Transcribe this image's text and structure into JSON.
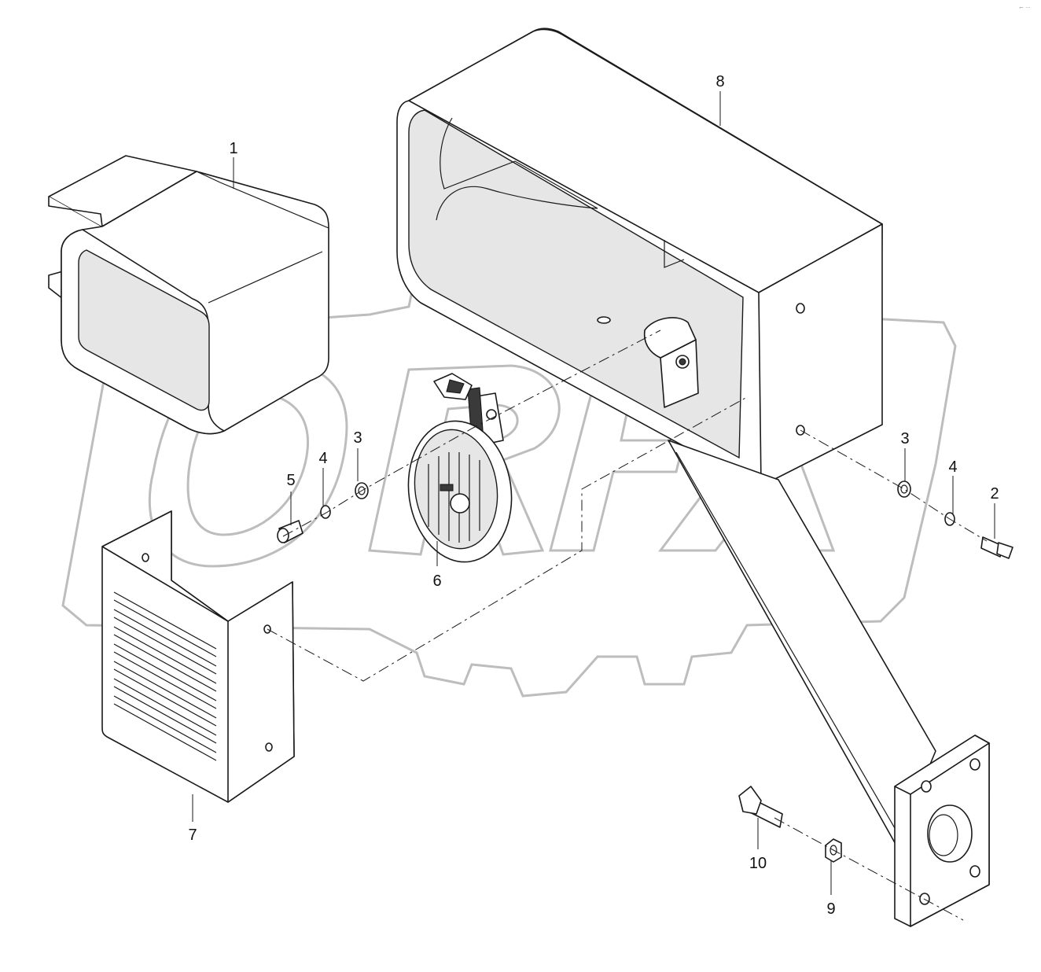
{
  "watermark": {
    "text": "ORFX",
    "color": "#bdbdbd"
  },
  "corner_mark": {
    "text": "⌐ ···"
  },
  "callouts": [
    {
      "id": "1",
      "label": "1"
    },
    {
      "id": "2",
      "label": "2"
    },
    {
      "id": "3a",
      "label": "3"
    },
    {
      "id": "3b",
      "label": "3"
    },
    {
      "id": "4a",
      "label": "4"
    },
    {
      "id": "4b",
      "label": "4"
    },
    {
      "id": "5",
      "label": "5"
    },
    {
      "id": "6",
      "label": "6"
    },
    {
      "id": "7",
      "label": "7"
    },
    {
      "id": "8",
      "label": "8"
    },
    {
      "id": "9",
      "label": "9"
    },
    {
      "id": "10",
      "label": "10"
    }
  ],
  "icons": [
    "horn-icon",
    "bolt-icon",
    "washer-icon",
    "nut-icon",
    "bracket-icon",
    "cover-icon",
    "grille-icon"
  ]
}
